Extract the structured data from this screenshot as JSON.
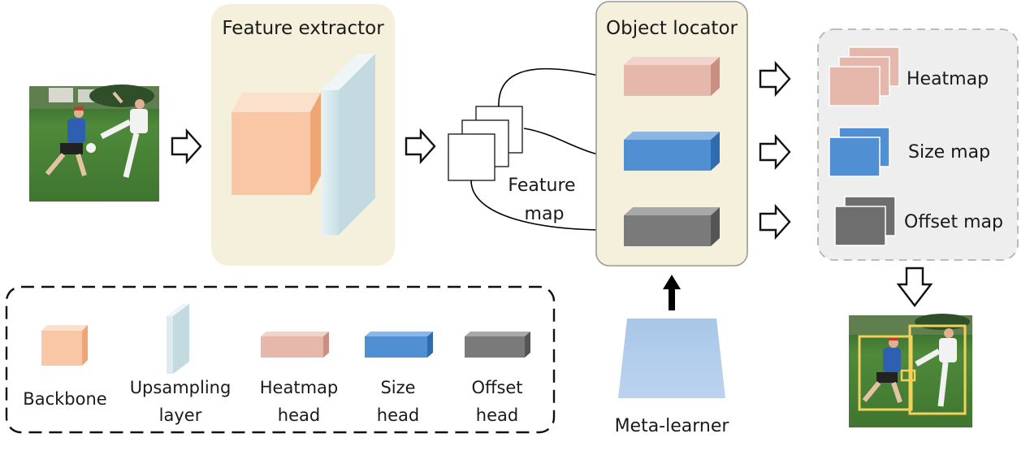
{
  "feature_extractor": {
    "title": "Feature extractor"
  },
  "feature_map": {
    "label_line1": "Feature",
    "label_line2": "map"
  },
  "object_locator": {
    "title": "Object locator"
  },
  "outputs": {
    "heatmap": "Heatmap",
    "size_map": "Size map",
    "offset_map": "Offset map"
  },
  "meta_learner": {
    "label": "Meta-learner"
  },
  "legend": {
    "backbone": "Backbone",
    "upsampling_line1": "Upsampling",
    "upsampling_line2": "layer",
    "heatmap_head_line1": "Heatmap",
    "heatmap_head_line2": "head",
    "size_head_line1": "Size",
    "size_head_line2": "head",
    "offset_head_line1": "Offset",
    "offset_head_line2": "head"
  },
  "colors": {
    "backbone": "#f9c7a5",
    "upsampling": "#dcecef",
    "heatmap": "#e6b7ab",
    "size": "#4f8fd2",
    "offset": "#7a7a7a",
    "extractor_bg": "#f5f0dc",
    "locator_bg": "#f4f0dc",
    "outputs_bg": "#eeeeee",
    "meta_learner": "#a9c6e8",
    "box_yellow": "#f2d25a"
  }
}
